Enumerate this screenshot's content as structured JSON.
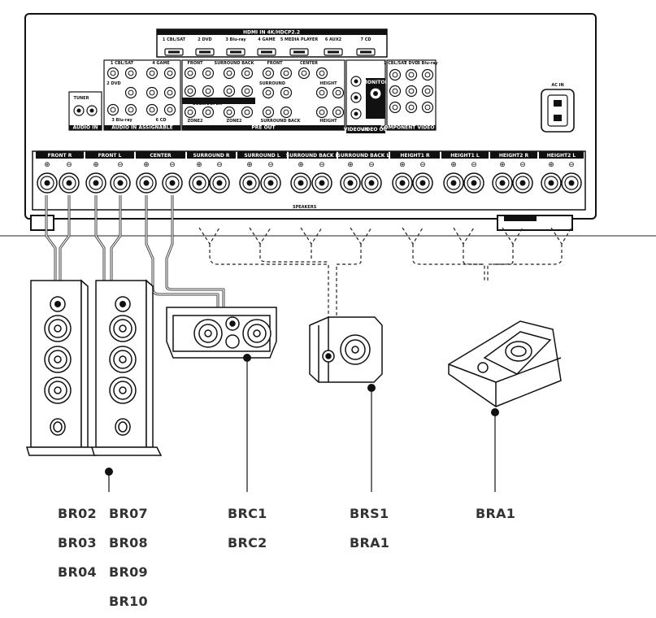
{
  "receiver": {
    "hdmi_title": "HDMI IN 4K/HDCP2.2",
    "hdmi_inputs": [
      "1 CBL/SAT",
      "2 DVD",
      "3 Blu-ray",
      "4 GAME",
      "5 MEDIA PLAYER",
      "6 AUX2",
      "7 CD"
    ],
    "audio_in_label": "AUDIO IN",
    "tuner_label": "TUNER",
    "audio_in_assignable_label": "AUDIO IN ASSIGNABLE",
    "audio_assignable_inputs": [
      "1 CBL/SAT",
      "4 GAME",
      "2 DVD",
      "3 Blu-ray",
      "6 CD"
    ],
    "preout_label": "PRE OUT",
    "preout_channels": [
      "FRONT",
      "SURROUND BACK",
      "FRONT",
      "CENTER",
      "SURROUND",
      "HEIGHT",
      "ZONE2",
      "ZONE2",
      "SURROUND BACK",
      "HEIGHT",
      "SUBWOOFER"
    ],
    "video_in_label": "VIDEO IN",
    "video_out_label": "VIDEO OUT",
    "monitor_label": "MONITOR",
    "component_video_label": "COMPONENT VIDEO IN",
    "component_inputs": [
      "1 CBL/SAT",
      "2 DVD",
      "3 Blu-ray"
    ],
    "ac_in_label": "AC IN",
    "speakers_label": "SPEAKERS",
    "speaker_terminals": [
      "FRONT R",
      "FRONT L",
      "CENTER",
      "SURROUND R",
      "SURROUND L",
      "SURROUND BACK R",
      "SURROUND BACK L",
      "HEIGHT1 R",
      "HEIGHT1 L",
      "HEIGHT2 R",
      "HEIGHT2 L"
    ],
    "plus_symbol": "⊕",
    "minus_symbol": "⊖"
  },
  "speakers": [
    {
      "id": "floorstanding",
      "models": [
        "BR02",
        "BR03",
        "BR04"
      ]
    },
    {
      "id": "floorstanding-2",
      "models": [
        "BR07",
        "BR08",
        "BR09",
        "BR10"
      ]
    },
    {
      "id": "center",
      "models": [
        "BRC1",
        "BRC2"
      ]
    },
    {
      "id": "surround",
      "models": [
        "BRS1",
        "BRA1"
      ]
    },
    {
      "id": "atmos",
      "models": [
        "BRA1"
      ]
    }
  ],
  "colors": {
    "line": "#1a1a1a",
    "wire": "#333333",
    "panel": "#ffffff",
    "header": "#111111"
  }
}
